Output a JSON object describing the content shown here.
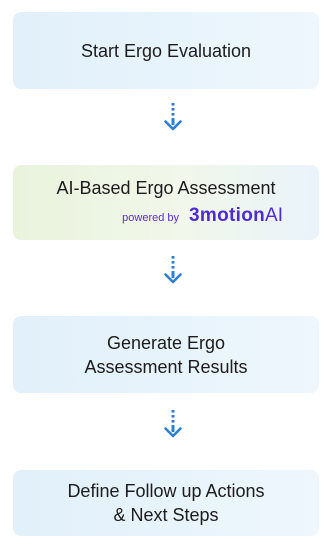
{
  "steps": {
    "start": {
      "label": "Start Ergo Evaluation"
    },
    "assessment": {
      "label": "AI-Based Ergo Assessment",
      "powered_by": "powered by",
      "brand_name": "3motion",
      "brand_suffix": "AI"
    },
    "results": {
      "line1": "Generate Ergo",
      "line2": "Assessment Results"
    },
    "followup": {
      "line1": "Define Follow up Actions",
      "line2": "& Next Steps"
    }
  },
  "colors": {
    "box_blue": "#e1f0fa",
    "box_green": "#e9f3dc",
    "arrow": "#2e7fd2",
    "brand": "#4f2bd1"
  },
  "icons": {
    "connector": "dotted-down-arrow-icon"
  }
}
